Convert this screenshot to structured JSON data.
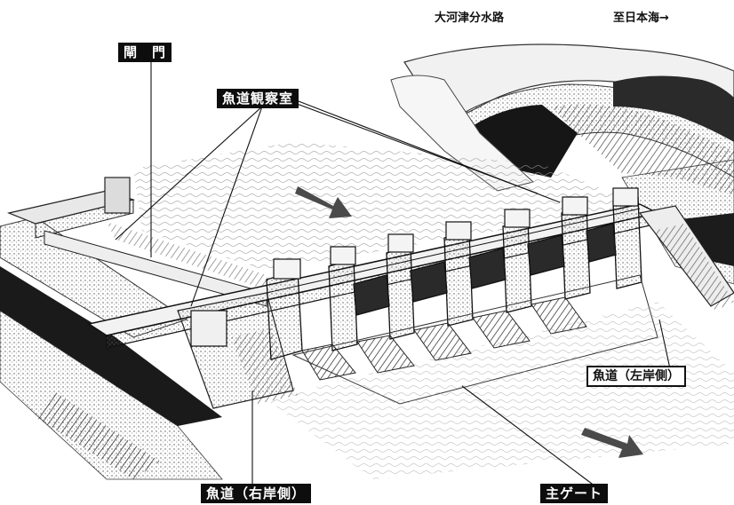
{
  "labels": {
    "gate": "閘　門",
    "observation_room": "魚道観察室",
    "diversion_channel": "大河津分水路",
    "to_sea": "至日本海→",
    "fishway_left": "魚道（左岸側）",
    "fishway_right": "魚道（右岸側）",
    "main_gate": "主ゲート"
  },
  "colors": {
    "ink": "#111111",
    "label_bg": "#0d0d0d",
    "flow_arrow": "#4a4a4a"
  }
}
